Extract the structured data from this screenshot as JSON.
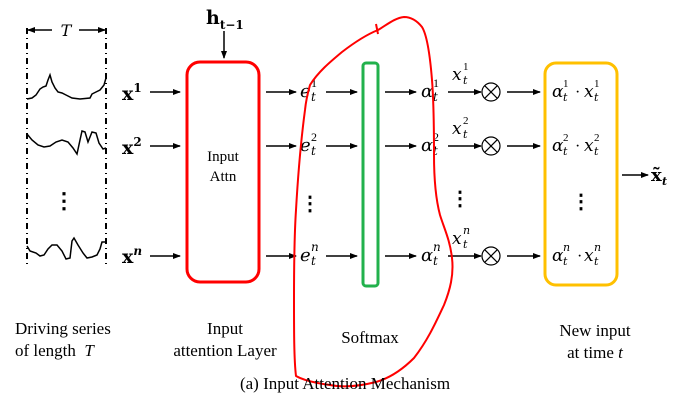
{
  "caption": "(a) Input Attention Mechanism",
  "driving_series": {
    "span_label": "T",
    "series": [
      {
        "label": "x",
        "sup": "1"
      },
      {
        "label": "x",
        "sup": "2"
      },
      {
        "label": "x",
        "sup": "n"
      }
    ],
    "ellipsis": "⋮",
    "bottom_label_line1": "Driving series",
    "bottom_label_line2": "of length",
    "bottom_label_var": "T"
  },
  "hidden_state": {
    "label": "h",
    "sub": "t−1"
  },
  "input_attn_box": {
    "line1": "Input",
    "line2": "Attn",
    "color": "#ff0000",
    "bottom_label_line1": "Input",
    "bottom_label_line2": "attention Layer"
  },
  "scores": [
    {
      "base": "e",
      "sup": "1",
      "sub": "t"
    },
    {
      "base": "e",
      "sup": "2",
      "sub": "t"
    },
    {
      "base": "e",
      "sup": "n",
      "sub": "t"
    }
  ],
  "softmax": {
    "color": "#22b14c",
    "bottom_label": "Softmax"
  },
  "weights": [
    {
      "base": "α",
      "sup": "1",
      "sub": "t"
    },
    {
      "base": "α",
      "sup": "2",
      "sub": "t"
    },
    {
      "base": "α",
      "sup": "n",
      "sub": "t"
    }
  ],
  "inputs": [
    {
      "base": "x",
      "sup": "1",
      "sub": "t"
    },
    {
      "base": "x",
      "sup": "2",
      "sub": "t"
    },
    {
      "base": "x",
      "sup": "n",
      "sub": "t"
    }
  ],
  "multiply_symbol": "⊗",
  "products_box": {
    "color": "#ffc000",
    "rows": [
      {
        "a_sup": "1",
        "x_sup": "1"
      },
      {
        "a_sup": "2",
        "x_sup": "2"
      },
      {
        "a_sup": "n",
        "x_sup": "n"
      }
    ],
    "dot": "·",
    "bottom_label_line1": "New input",
    "bottom_label_line2": "at time",
    "bottom_label_var": "t"
  },
  "output": {
    "label": "x̃",
    "sub": "t"
  },
  "annotation": {
    "color": "#ff0000",
    "description": "freehand red loop circling the softmax stage"
  }
}
